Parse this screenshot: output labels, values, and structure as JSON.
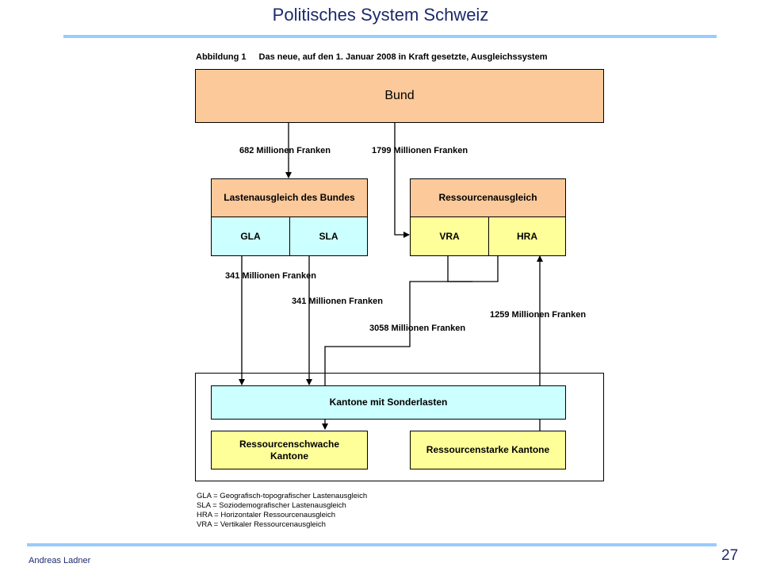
{
  "slide": {
    "title": "Politisches System Schweiz",
    "author": "Andreas Ladner",
    "page_number": "27",
    "accent_color": "#99ccff"
  },
  "figure": {
    "caption_number": "Abbildung 1",
    "caption_text": "Das neue, auf den 1. Januar 2008 in Kraft gesetzte, Ausgleichssystem",
    "boxes": {
      "bund": "Bund",
      "lastenausgleich": "Lastenausgleich des Bundes",
      "gla": "GLA",
      "sla": "SLA",
      "ressourcenausgleich": "Ressourcenausgleich",
      "vra": "VRA",
      "hra": "HRA",
      "kantone_sonderlasten": "Kantone mit Sonderlasten",
      "ressourcenschwache": "Ressourcenschwache Kantone",
      "ressourcenstarke": "Ressourcenstarke Kantone"
    },
    "flows": {
      "bund_to_lastenausgleich": "682 Millionen Franken",
      "bund_to_vra": "1799 Millionen Franken",
      "gla_to_kantone": "341 Millionen Franken",
      "sla_to_kantone": "341 Millionen Franken",
      "ressourcen_to_schwache": "3058 Millionen Franken",
      "starke_to_hra": "1259 Millionen Franken"
    },
    "legend": [
      "GLA = Geografisch-topografischer Lastenausgleich",
      "SLA = Soziodemografischer Lastenausgleich",
      "HRA = Horizontaler Ressourcenausgleich",
      "VRA = Vertikaler Ressourcenausgleich"
    ],
    "colors": {
      "bund": "#fbc99a",
      "header_orange": "#fbc99a",
      "light_blue": "#ccffff",
      "yellow": "#ffff99"
    }
  }
}
